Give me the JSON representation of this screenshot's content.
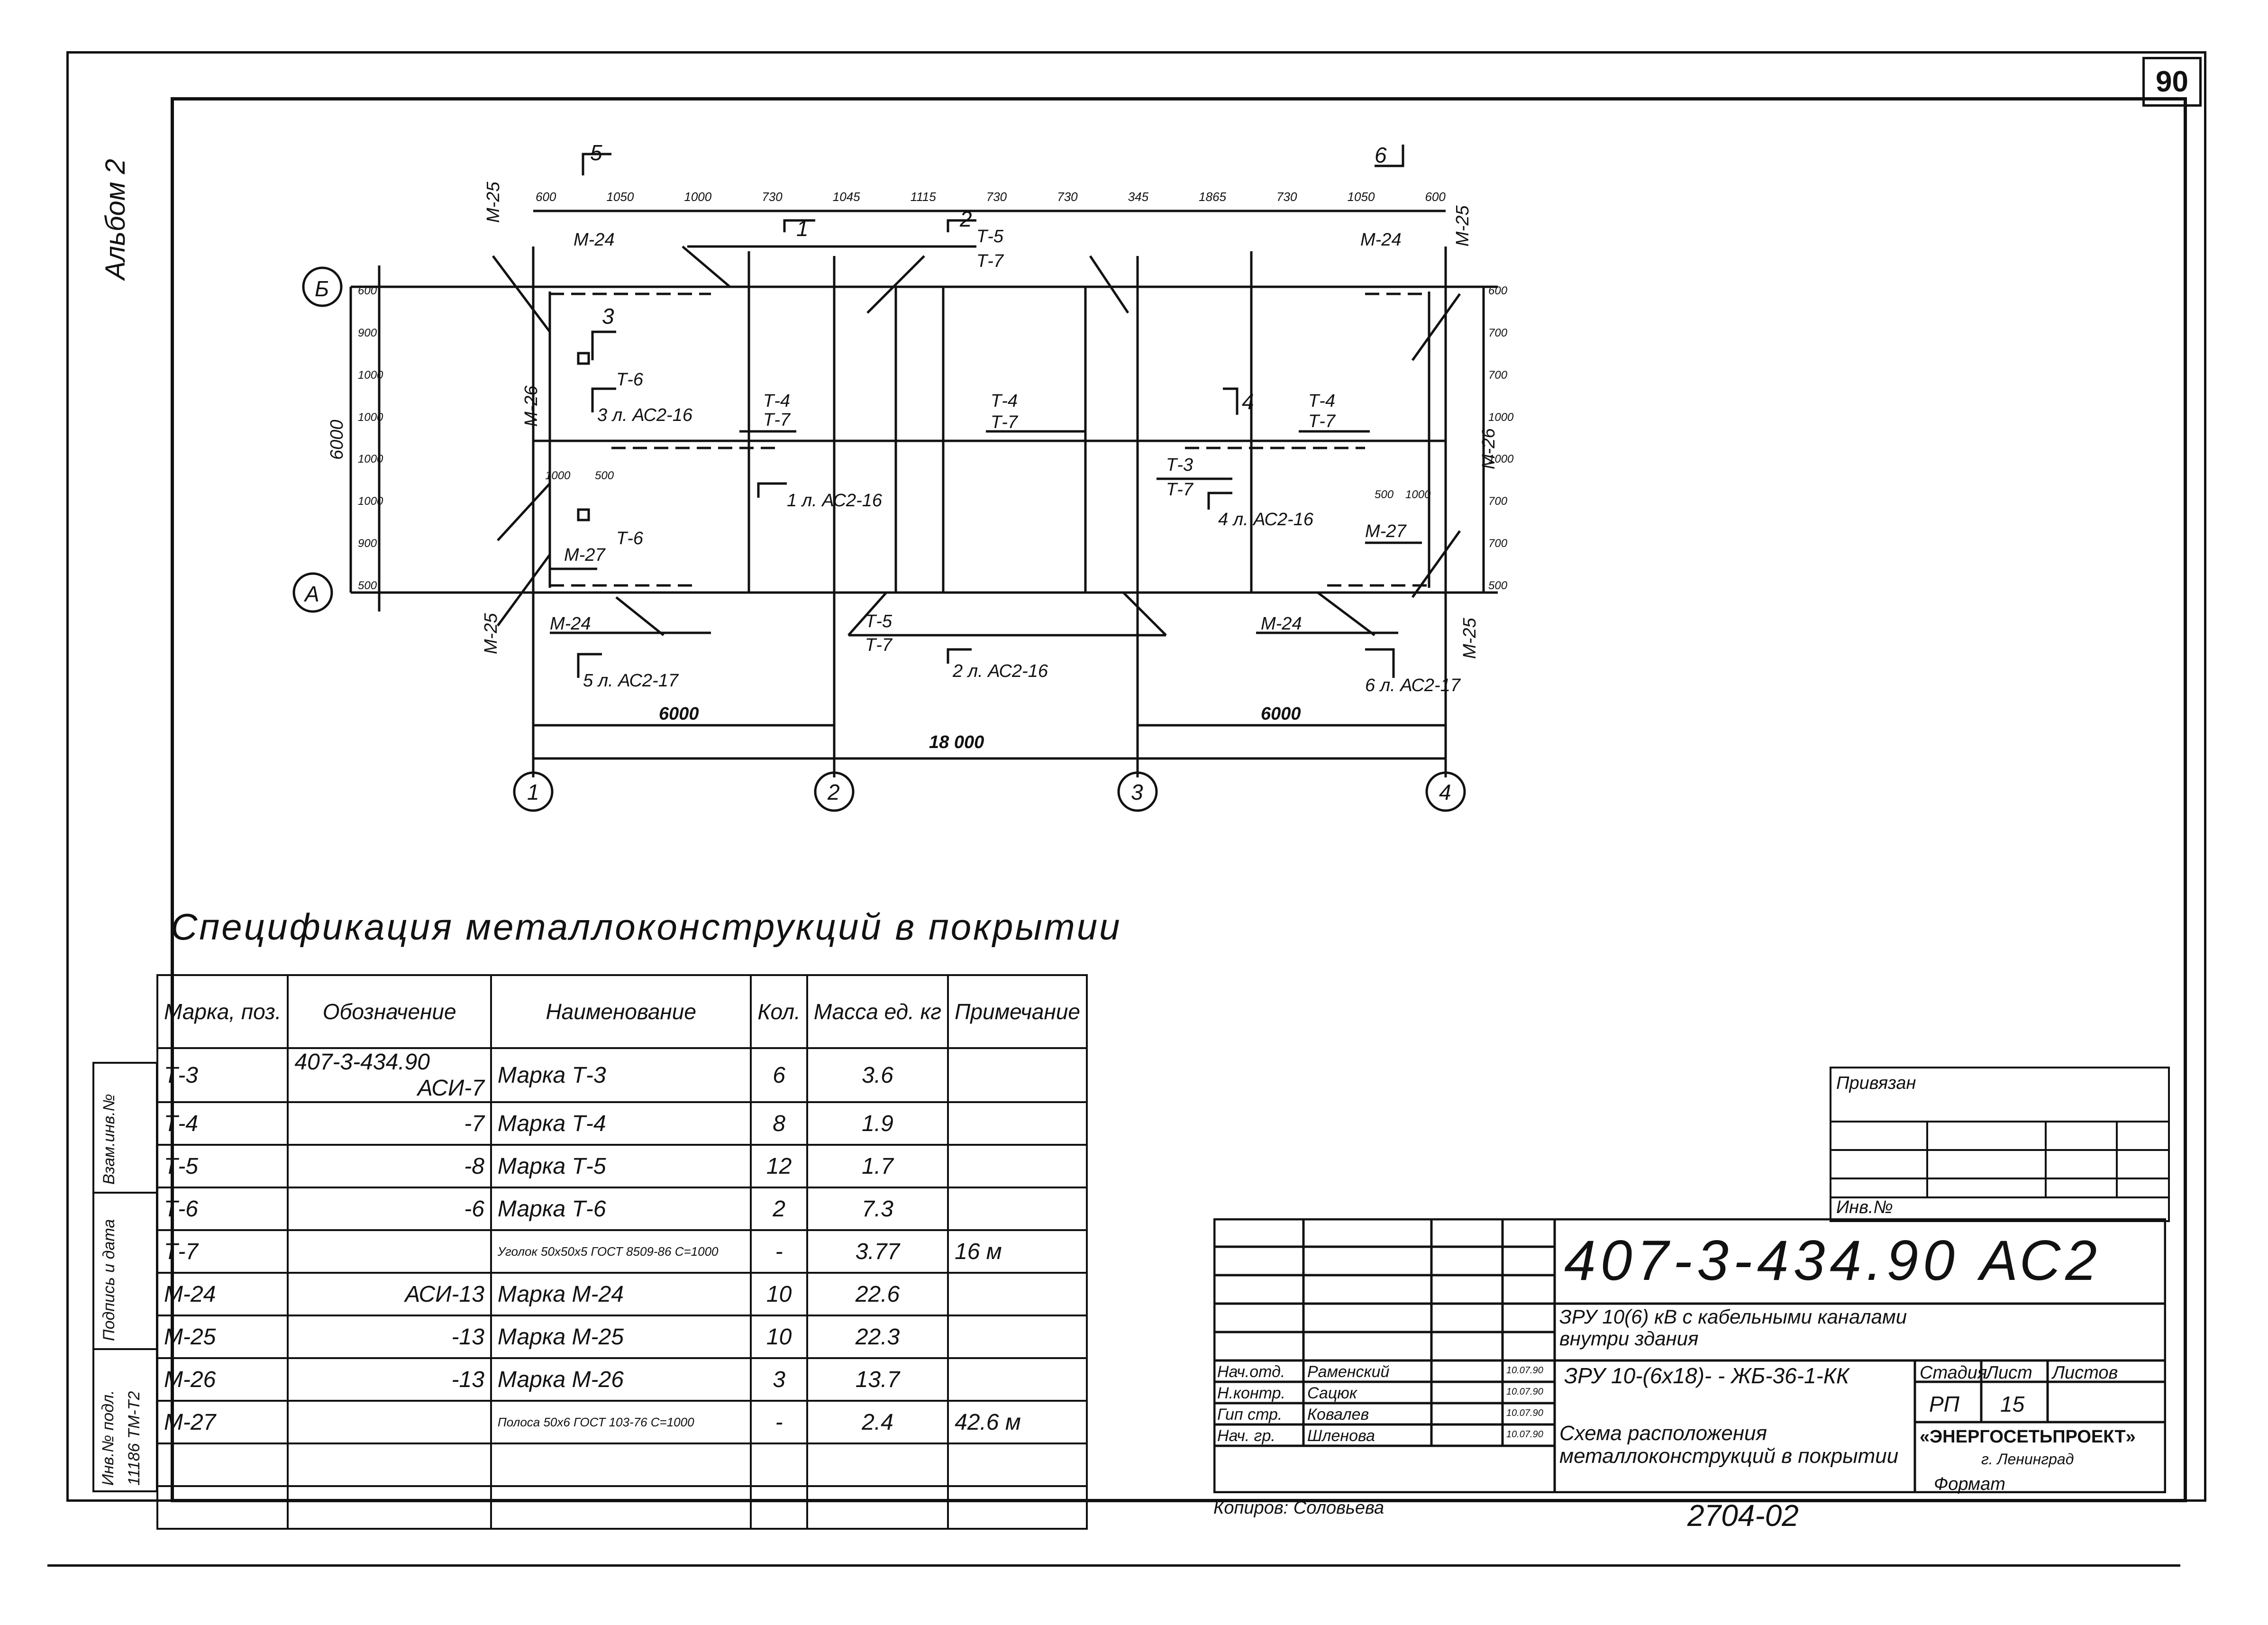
{
  "sheet_number": "90",
  "album_label": "Альбом 2",
  "plan": {
    "axes_rows": [
      "Б",
      "А"
    ],
    "axes_cols": [
      "1",
      "2",
      "3",
      "4"
    ],
    "dim_total": "18 000",
    "dim_left": "6000",
    "dim_right": "6000",
    "dim_height": "6000",
    "top_dims": [
      "600",
      "1050",
      "1000",
      "730",
      "1045",
      "1115",
      "730",
      "730",
      "345",
      "1865",
      "730",
      "1050",
      "600"
    ],
    "right_dims": [
      "600",
      "700",
      "700",
      "1000",
      "1000",
      "700",
      "700",
      "500"
    ],
    "left_dims": [
      "600",
      "900",
      "1000",
      "1000",
      "1000",
      "1000",
      "900",
      "500"
    ],
    "section_marks_top": [
      {
        "num": "5",
        "ref": ""
      },
      {
        "num": "6",
        "ref": ""
      }
    ],
    "section_marks": [
      {
        "num": "1",
        "ref": ""
      },
      {
        "num": "2",
        "ref": ""
      },
      {
        "num": "3",
        "ref": ""
      },
      {
        "num": "4",
        "ref": ""
      }
    ],
    "section_refs": [
      {
        "num": "3",
        "ref": "л. АС2-16"
      },
      {
        "num": "1",
        "ref": "л. АС2-16"
      },
      {
        "num": "4",
        "ref": "л. АС2-16"
      },
      {
        "num": "5",
        "ref": "л. АС2-17"
      },
      {
        "num": "2",
        "ref": "л. АС2-16"
      },
      {
        "num": "6",
        "ref": "л. АС2-17"
      }
    ],
    "labels": {
      "m24_top_left": "М-24",
      "m24_top_right": "М-24",
      "m25_tl": "М-25",
      "m25_tr": "М-25",
      "m25_bl": "М-25",
      "m25_br": "М-25",
      "m26_l": "М-26",
      "m26_r": "М-26",
      "m27_l": "М-27",
      "m27_r": "М-27",
      "m24_bl": "М-24",
      "m24_br": "М-24",
      "t5_top": "Т-5",
      "t7_top": "Т-7",
      "t6_a": "Т-6",
      "t6_b": "Т-6",
      "t4_l": "Т-4",
      "t7_l": "Т-7",
      "t4_m": "Т-4",
      "t7_m": "Т-7",
      "t4_r": "Т-4",
      "t7_r": "Т-7",
      "t3": "Т-3",
      "t7_mid": "Т-7",
      "t5_bot": "Т-5",
      "t7_bot": "Т-7",
      "dim_1000": "1000",
      "dim_500": "500",
      "dim_500b": "500",
      "dim_1000b": "1000"
    }
  },
  "spec": {
    "title": "Спецификация металлоконструкций в покрытии",
    "headers": [
      "Марка, поз.",
      "Обозначение",
      "Наименование",
      "Кол.",
      "Масса ед. кг",
      "Примечание"
    ],
    "rows": [
      {
        "mark": "Т-3",
        "code": "407-3-434.90",
        "sub": "АСИ-7",
        "name": "Марка Т-3",
        "qty": "6",
        "mass": "3.6",
        "note": ""
      },
      {
        "mark": "Т-4",
        "code": "",
        "sub": "-7",
        "name": "Марка Т-4",
        "qty": "8",
        "mass": "1.9",
        "note": ""
      },
      {
        "mark": "Т-5",
        "code": "",
        "sub": "-8",
        "name": "Марка Т-5",
        "qty": "12",
        "mass": "1.7",
        "note": ""
      },
      {
        "mark": "Т-6",
        "code": "",
        "sub": "-6",
        "name": "Марка Т-6",
        "qty": "2",
        "mass": "7.3",
        "note": ""
      },
      {
        "mark": "Т-7",
        "code": "",
        "sub": "",
        "name": "Уголок 50х50х5 ГОСТ 8509-86 С=1000",
        "qty": "-",
        "mass": "3.77",
        "note": "16 м"
      },
      {
        "mark": "М-24",
        "code": "",
        "sub": "АСИ-13",
        "name": "Марка М-24",
        "qty": "10",
        "mass": "22.6",
        "note": ""
      },
      {
        "mark": "М-25",
        "code": "",
        "sub": "-13",
        "name": "Марка М-25",
        "qty": "10",
        "mass": "22.3",
        "note": ""
      },
      {
        "mark": "М-26",
        "code": "",
        "sub": "-13",
        "name": "Марка М-26",
        "qty": "3",
        "mass": "13.7",
        "note": ""
      },
      {
        "mark": "М-27",
        "code": "",
        "sub": "",
        "name": "Полоса 50х6 ГОСТ 103-76 С=1000",
        "qty": "-",
        "mass": "2.4",
        "note": "42.6 м"
      },
      {
        "mark": "",
        "code": "",
        "sub": "",
        "name": "",
        "qty": "",
        "mass": "",
        "note": ""
      },
      {
        "mark": "",
        "code": "",
        "sub": "",
        "name": "",
        "qty": "",
        "mass": "",
        "note": ""
      }
    ]
  },
  "stamp": {
    "vzam": "Взам.инв.№",
    "podpis": "Подпись и дата",
    "inv_podl": "Инв.№ подл.",
    "inv_value": "11186 ТМ-Т2"
  },
  "link_block": {
    "privyazan": "Привязан",
    "inv": "Инв.№"
  },
  "title_block": {
    "doc_code": "407-3-434.90 АС2",
    "project": "ЗРУ 10(6) кВ с кабельными каналами внутри здания",
    "building": "ЗРУ 10-(6х18)- - ЖБ-36-1-КК",
    "sheet_title": "Схема расположения металлоконструкций в покрытии",
    "stage_header": "Стадия",
    "sheet_header": "Лист",
    "sheets_header": "Листов",
    "stage": "РП",
    "sheet": "15",
    "sheets": "",
    "org": "«ЭНЕРГОСЕТЬПРОЕКТ»",
    "org_sub": "г. Ленинград",
    "format_label": "Формат",
    "signers": [
      {
        "role": "Нач.отд.",
        "name": "Раменский",
        "date": "10.07.90"
      },
      {
        "role": "Н.контр.",
        "name": "Сацюк",
        "date": "10.07.90"
      },
      {
        "role": "Гип стр.",
        "name": "Ковалев",
        "date": "10.07.90"
      },
      {
        "role": "Нач. гр.",
        "name": "Шленова",
        "date": "10.07.90"
      }
    ],
    "copied": "Копиров: Соловьева",
    "archive": "2704-02"
  }
}
